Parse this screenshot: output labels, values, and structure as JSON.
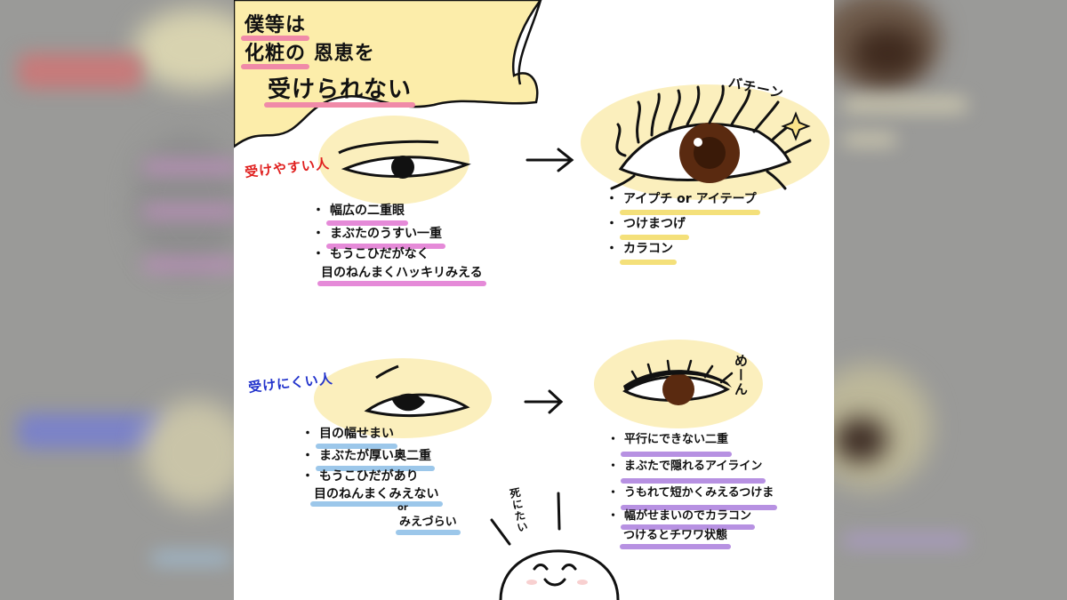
{
  "title": {
    "line1": "僕等は",
    "line2a": "化粧の",
    "line2b": "恩恵を",
    "line3": "受けられない"
  },
  "top_section": {
    "label": "受けやすい人",
    "label_color": "#e0201f",
    "left_items": [
      "幅広の二重眼",
      "まぶたのうすい一重",
      "もうこひだがなく",
      "目のねんまくハッキリみえる"
    ],
    "sfx": "バチーン",
    "right_items": [
      "アイプチ or アイテープ",
      "つけまつげ",
      "カラコン"
    ]
  },
  "bottom_section": {
    "label": "受けにくい人",
    "label_color": "#2233cc",
    "left_items": [
      "目の幅せまい",
      "まぶたが厚い奥二重",
      "もうこひだがあり",
      "目のねんまくみえない",
      "or",
      "みえづらい"
    ],
    "sfx": "めーん",
    "right_items": [
      "平行にできない二重",
      "まぶたで隠れるアイライン",
      "うもれて短かくみえるつけま",
      "幅がせまいのでカラコン",
      "つけるとチワワ状態"
    ]
  },
  "character_text": "死にたい",
  "colors": {
    "bubble": "#fcedaa",
    "eyelid_highlight": "#fbefbd",
    "iris": "#5a2a10"
  }
}
